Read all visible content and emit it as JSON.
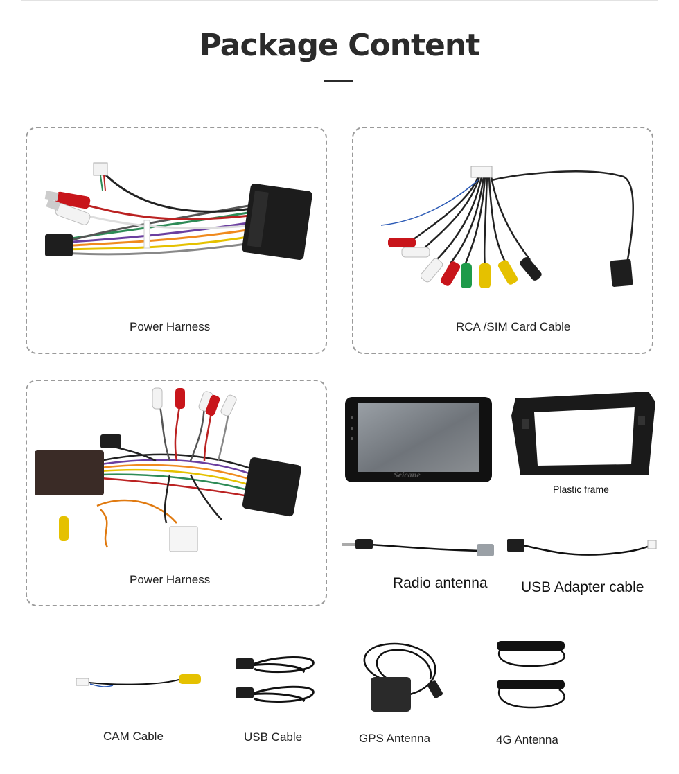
{
  "page": {
    "title": "Package Content"
  },
  "items": {
    "power_harness_1": "Power Harness",
    "rca_sim_cable": "RCA /SIM Card Cable",
    "power_harness_2": "Power Harness",
    "plastic_frame": "Plastic frame",
    "radio_antenna": "Radio antenna",
    "usb_adapter_cable": "USB Adapter cable",
    "cam_cable": "CAM Cable",
    "usb_cable": "USB Cable",
    "gps_antenna": "GPS Antenna",
    "g4_antenna": "4G Antenna"
  },
  "head_unit": {
    "brand": "Seicane"
  }
}
